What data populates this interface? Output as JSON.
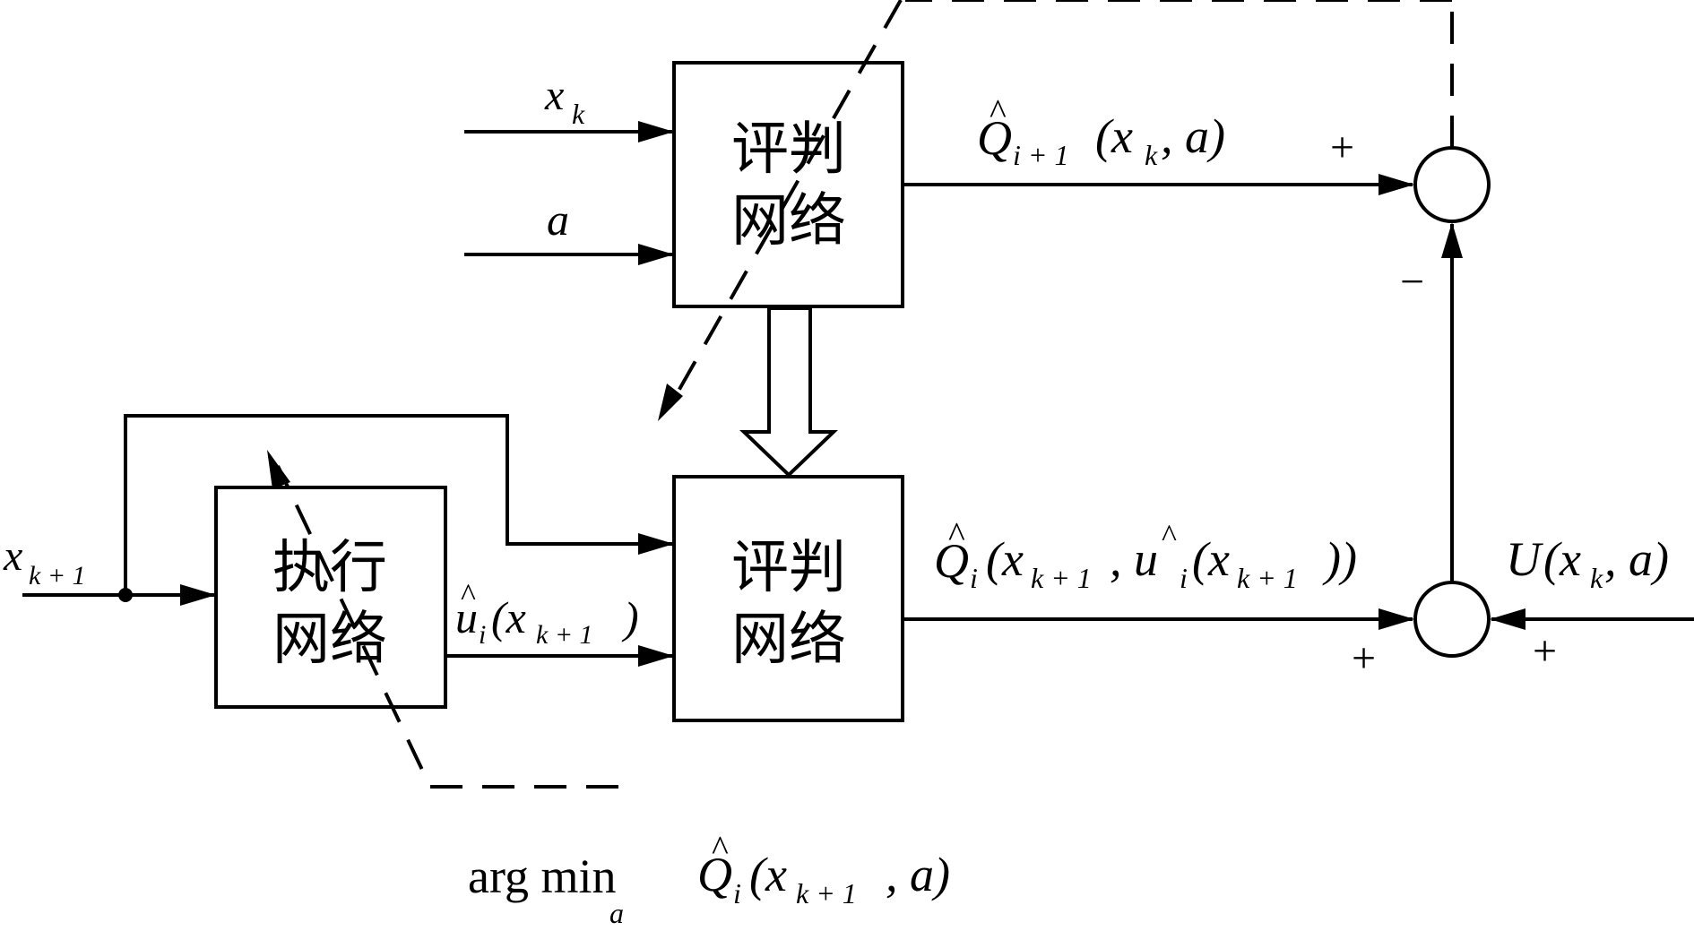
{
  "blocks": {
    "critic_top": {
      "line1": "评判",
      "line2": "网络"
    },
    "critic_bottom": {
      "line1": "评判",
      "line2": "网络"
    },
    "actor": {
      "line1": "执行",
      "line2": "网络"
    }
  },
  "labels": {
    "xk": {
      "main": "x",
      "sub": "k"
    },
    "a": "a",
    "q_next": {
      "main": "Q",
      "sub": "i + 1",
      "args": "(x",
      "args_sub": "k",
      "args_tail": ",  a)"
    },
    "x_next": {
      "main": "x",
      "sub": "k + 1"
    },
    "u_hat": {
      "main": "u",
      "sub": "i",
      "args": "(x",
      "args_sub": "k + 1",
      "args_tail": ")"
    },
    "q_i": {
      "main": "Q",
      "sub": "i",
      "part1": "(x",
      "part1_sub": "k + 1",
      "part2": ",  u",
      "part2_sub": "i",
      "part3": "(x",
      "part3_sub": "k + 1",
      "part4": "))"
    },
    "u_cost": {
      "main": "U",
      "args": "(x",
      "args_sub": "k",
      "args_tail": ",  a)"
    },
    "argmin": {
      "prefix": "arg min",
      "under": "a",
      "main": "Q",
      "sub": "i",
      "args": "(x",
      "args_sub": "k + 1",
      "args_tail": ",  a)"
    }
  },
  "signs": {
    "top_plus": "+",
    "minus": "−",
    "bottom_left_plus": "+",
    "bottom_right_plus": "+"
  }
}
